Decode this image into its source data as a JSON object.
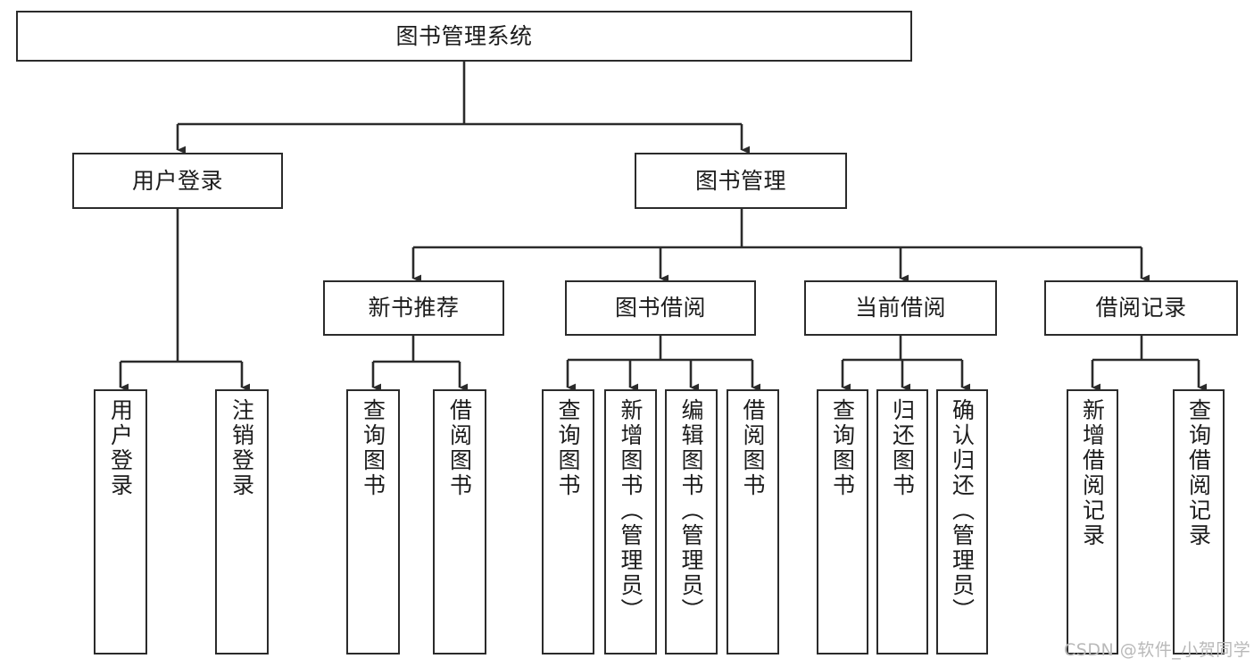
{
  "diagram": {
    "title": "图书管理系统",
    "type": "tree-hierarchy-chart",
    "stroke_color": "#2b2b2b",
    "fill_color": "#ffffff",
    "text_color": "#1c1c1c",
    "watermark": "CSDN @软件_小贺同学",
    "nodes": {
      "root": {
        "label": "图书管理系统"
      },
      "level2": [
        {
          "label": "用户登录"
        },
        {
          "label": "图书管理"
        }
      ],
      "level3": [
        {
          "label": "新书推荐"
        },
        {
          "label": "图书借阅"
        },
        {
          "label": "当前借阅"
        },
        {
          "label": "借阅记录"
        }
      ],
      "leaves_user_login": [
        {
          "label": "用户登录"
        },
        {
          "label": "注销登录"
        }
      ],
      "leaves_new_book": [
        {
          "label": "查询图书"
        },
        {
          "label": "借阅图书"
        }
      ],
      "leaves_borrow": [
        {
          "label": "查询图书"
        },
        {
          "label": "新增图书（管理员）"
        },
        {
          "label": "编辑图书（管理员）"
        },
        {
          "label": "借阅图书"
        }
      ],
      "leaves_current": [
        {
          "label": "查询图书"
        },
        {
          "label": "归还图书"
        },
        {
          "label": "确认归还（管理员）"
        }
      ],
      "leaves_records": [
        {
          "label": "新增借阅记录"
        },
        {
          "label": "查询借阅记录"
        }
      ]
    }
  }
}
